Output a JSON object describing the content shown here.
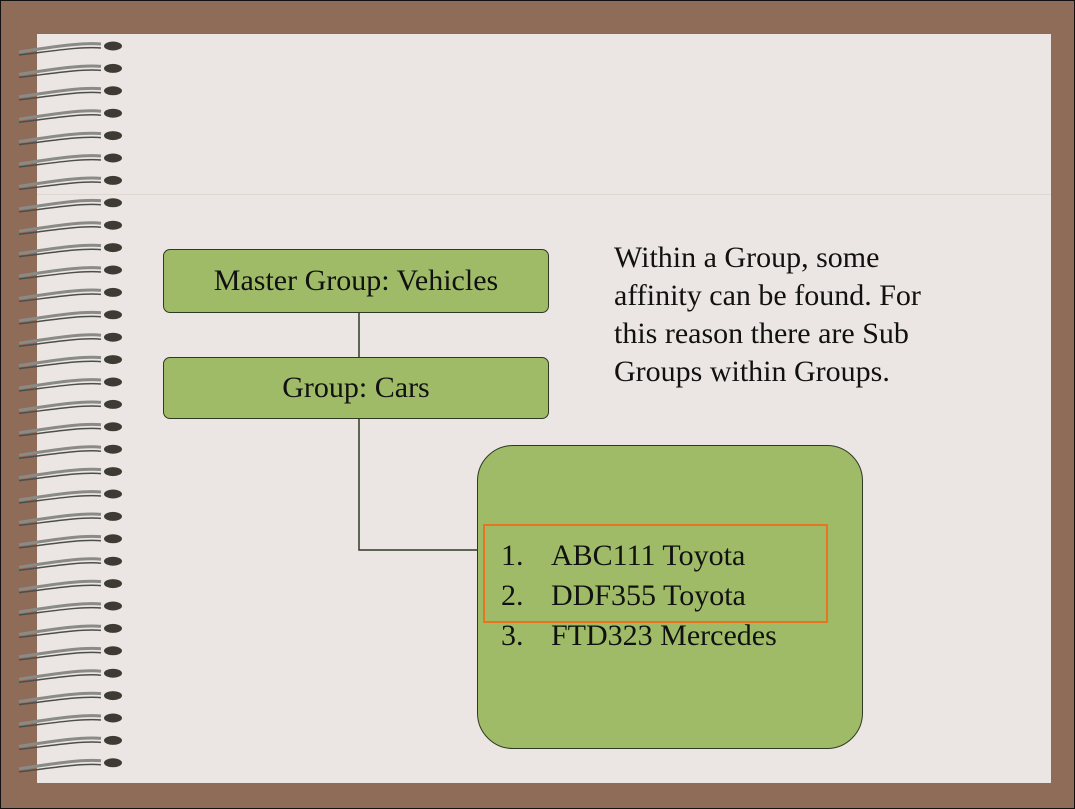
{
  "diagram": {
    "master_group": {
      "label": "Master Group: Vehicles"
    },
    "group": {
      "label": "Group: Cars"
    },
    "sub_group": {
      "items": [
        {
          "number": "1.",
          "text": "ABC111 Toyota",
          "highlighted": true
        },
        {
          "number": "2.",
          "text": "DDF355 Toyota",
          "highlighted": true
        },
        {
          "number": "3.",
          "text": "FTD323 Mercedes",
          "highlighted": false
        }
      ]
    },
    "note_lines": [
      "Within a Group, some",
      "affinity can be found. For",
      "this reason there are Sub",
      "Groups within Groups."
    ]
  },
  "colors": {
    "frame": "#8f6c58",
    "page": "#ebe6e3",
    "node_fill": "#9fbb68",
    "highlight_border": "#e8741f"
  }
}
